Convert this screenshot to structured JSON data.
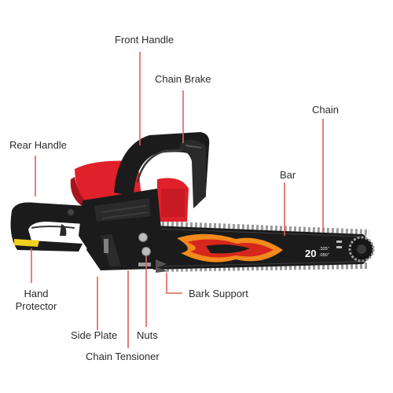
{
  "labels": {
    "front_handle": "Front Handle",
    "chain_brake": "Chain Brake",
    "chain": "Chain",
    "rear_handle": "Rear Handle",
    "bar": "Bar",
    "hand_protector_line1": "Hand",
    "hand_protector_line2": "Protector",
    "bark_support": "Bark Support",
    "side_plate": "Side Plate",
    "nuts": "Nuts",
    "chain_tensioner": "Chain Tensioner"
  },
  "bar_marking": {
    "size": "20",
    "spec_line1": ".325\"",
    "spec_line2": ".050\""
  },
  "colors": {
    "leader": "#e0605a",
    "body_red": "#e0202a",
    "body_black": "#1b1b1b",
    "flame_orange": "#f28a1c",
    "flame_red": "#d6271c"
  }
}
